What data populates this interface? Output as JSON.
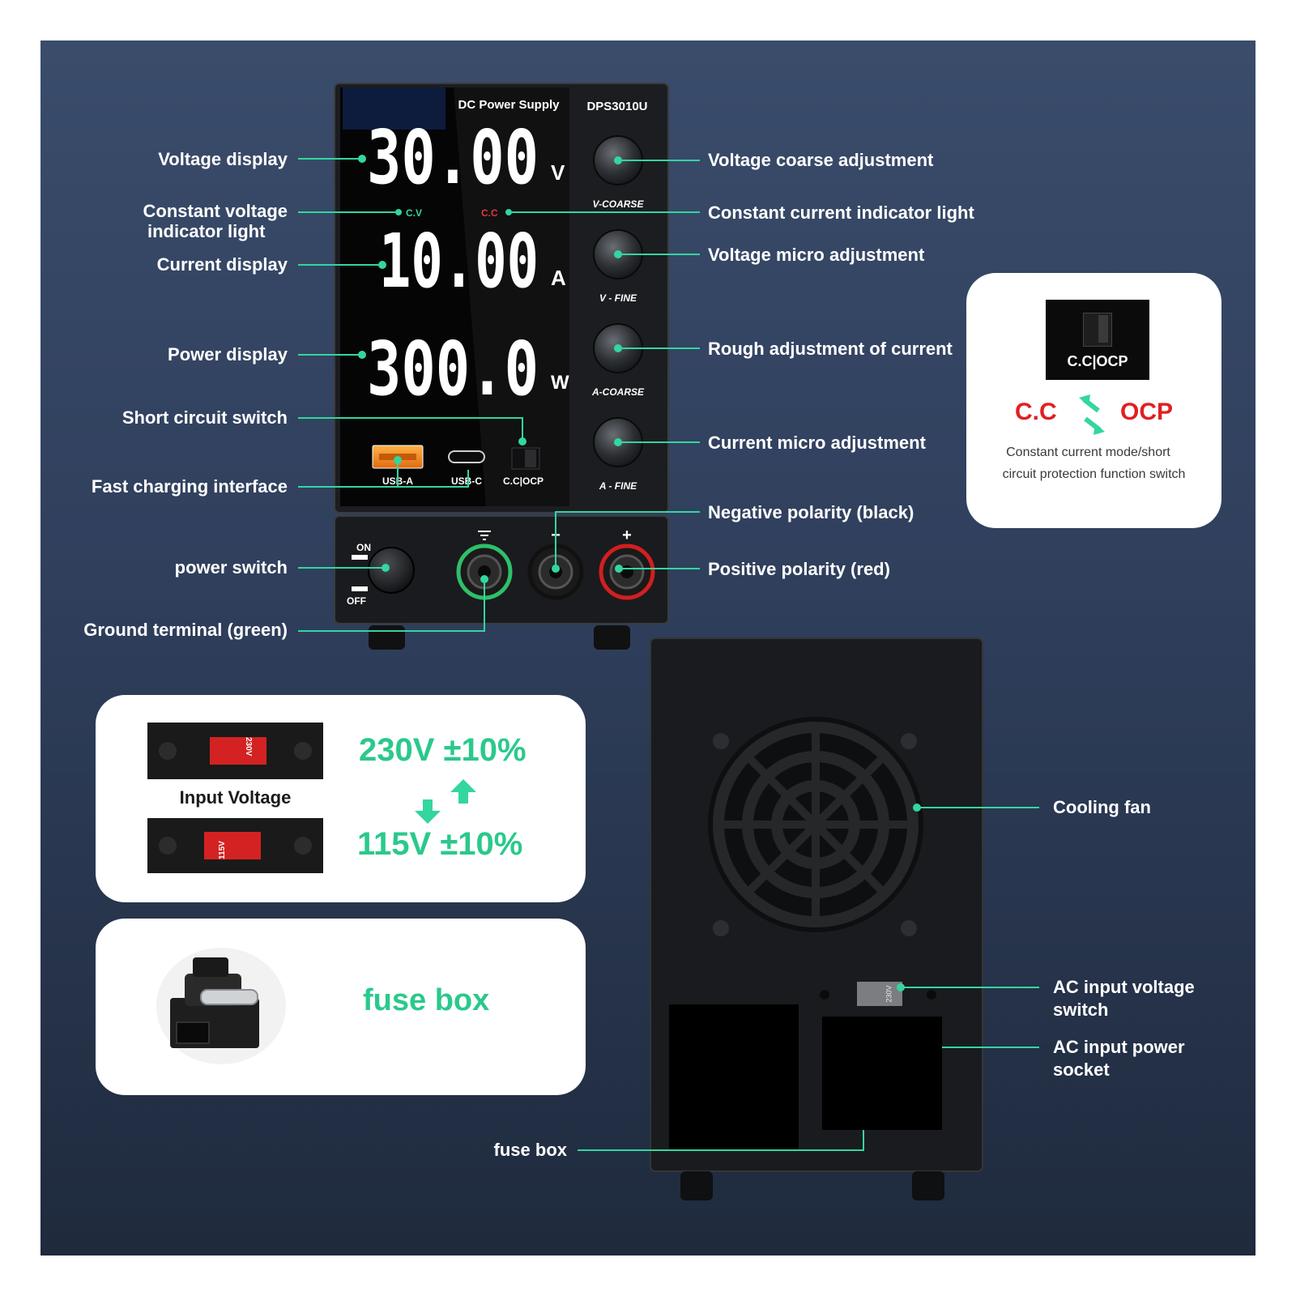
{
  "device": {
    "title": "DC Power Supply",
    "model": "DPS3010U",
    "voltage_reading": "30.00",
    "voltage_unit": "V",
    "current_reading": "10.00",
    "current_unit": "A",
    "power_reading": "300.0",
    "power_unit": "W",
    "cv_indicator": "C.V",
    "cc_indicator": "C.C",
    "usb_a": "USB-A",
    "usb_c": "USB-C",
    "cc_ocp_switch": "C.C|OCP",
    "knobs": [
      "V-COARSE",
      "V - FINE",
      "A-COARSE",
      "A - FINE"
    ],
    "on_label": "ON",
    "off_label": "OFF",
    "plus_mark": "+",
    "minus_mark": "−"
  },
  "labels": {
    "voltage_display": "Voltage display",
    "cv_light_line1": "Constant voltage",
    "cv_light_line2": "indicator light",
    "current_display": "Current display",
    "power_display": "Power display",
    "short_circuit_switch": "Short circuit switch",
    "fast_charging": "Fast charging interface",
    "power_switch": "power switch",
    "ground_terminal": "Ground terminal (green)",
    "voltage_coarse": "Voltage coarse adjustment",
    "cc_light": "Constant current indicator light",
    "voltage_micro": "Voltage micro adjustment",
    "current_rough": "Rough adjustment of current",
    "current_micro": "Current micro adjustment",
    "negative": "Negative polarity (black)",
    "positive": "Positive polarity (red)",
    "cooling_fan": "Cooling fan",
    "ac_switch_line1": "AC input voltage",
    "ac_switch_line2": "switch",
    "ac_socket_line1": "AC input power",
    "ac_socket_line2": "socket",
    "fuse_box": "fuse box"
  },
  "ccocp_card": {
    "switch_label": "C.C|OCP",
    "cc": "C.C",
    "ocp": "OCP",
    "desc_line1": "Constant current mode/short",
    "desc_line2": "circuit protection function switch"
  },
  "voltage_card": {
    "label": "Input Voltage",
    "high": "230V ±10%",
    "low": "115V ±10%",
    "high_switch": "230V",
    "low_switch": "115V"
  },
  "fuse_card": {
    "label": "fuse box"
  },
  "rear": {
    "switch_text": "230V"
  },
  "colors": {
    "accent": "#33d6a0",
    "card_text": "#2ac98c",
    "red": "#e02020",
    "background": "#2f3f5c"
  }
}
